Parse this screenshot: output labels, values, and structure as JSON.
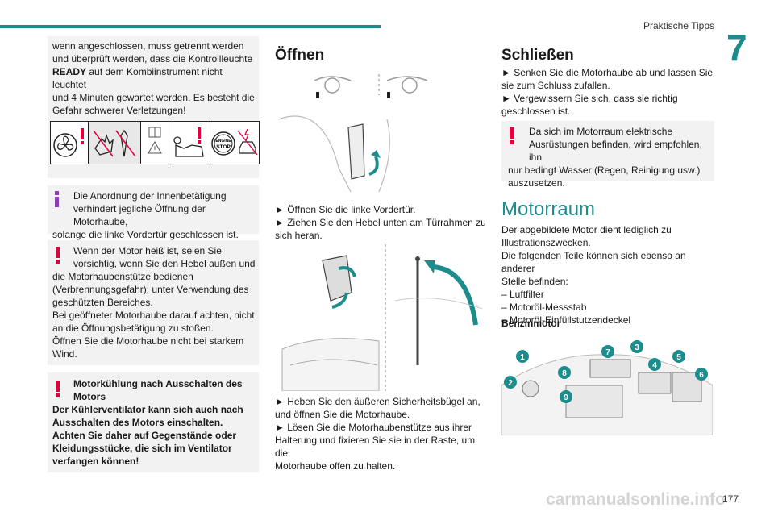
{
  "header": {
    "section": "Praktische Tipps",
    "chapter": "7",
    "page": "177",
    "watermark": "carmanualsonline.info"
  },
  "left": {
    "box1_lines": [
      "wenn angeschlossen, muss getrennt werden",
      "und überprüft werden, dass die Kontrollleuchte",
      "READY auf dem Kombiinstrument nicht leuchtet",
      "und 4 Minuten gewartet werden. Es besteht die",
      "Gefahr schwerer Verletzungen!"
    ],
    "icons": [
      "fan-warning-icon",
      "hand-cut-icon",
      "tie-warning-icon",
      "manual-icon",
      "person-engine-warning-icon",
      "engine-stop-icon",
      "car-electric-icon"
    ],
    "engine_stop_label_1": "ENGINE",
    "engine_stop_label_2": "STOP",
    "info_lines": [
      "Die Anordnung der Innenbetätigung",
      "verhindert jegliche Öffnung der Motorhaube,",
      "solange die linke Vordertür geschlossen ist."
    ],
    "warn1_lines": [
      "Wenn der Motor heiß ist, seien Sie",
      "vorsichtig, wenn Sie den Hebel außen und",
      "die Motorhaubenstütze bedienen",
      "(Verbrennungsgefahr); unter Verwendung des",
      "geschützten Bereiches.",
      "Bei geöffneter Motorhaube darauf achten, nicht",
      "an die Öffnungsbetätigung zu stoßen.",
      "Öffnen Sie die Motorhaube nicht bei starkem",
      "Wind."
    ],
    "warn2_lines": [
      "Motorkühlung nach Ausschalten des",
      "Motors",
      "Der Kühlerventilator kann sich auch nach",
      "Ausschalten des Motors einschalten.",
      "Achten Sie daher auf Gegenstände oder",
      "Kleidungsstücke, die sich im Ventilator",
      "verfangen können!"
    ]
  },
  "middle": {
    "title": "Öffnen",
    "step1_lines": [
      "► Öffnen Sie die linke Vordertür.",
      "► Ziehen Sie den Hebel unten am Türrahmen zu",
      "sich heran."
    ],
    "step2_lines": [
      "► Heben Sie den äußeren Sicherheitsbügel an,",
      "und öffnen Sie die Motorhaube.",
      "► Lösen Sie die Motorhaubenstütze aus ihrer",
      "Halterung und fixieren Sie sie in der Raste, um die",
      "Motorhaube offen zu halten."
    ]
  },
  "right": {
    "title": "Schließen",
    "close_lines": [
      "► Senken Sie die Motorhaube ab und lassen Sie",
      "sie zum Schluss zufallen.",
      "► Vergewissern Sie sich, dass sie richtig",
      "geschlossen ist."
    ],
    "warn_lines": [
      "Da sich im Motorraum elektrische",
      "Ausrüstungen befinden, wird empfohlen, ihn",
      "nur bedingt Wasser (Regen, Reinigung usw.)",
      "auszusetzen."
    ],
    "motorraum_title": "Motorraum",
    "motorraum_lines": [
      "Der abgebildete Motor dient lediglich zu",
      "Illustrationszwecken.",
      "Die folgenden Teile können sich ebenso an anderer",
      "Stelle befinden:",
      "– Luftfilter",
      "– Motoröl-Messstab",
      "– Motoröl-Einfüllstutzendeckel"
    ],
    "benzin_title": "Benzinmotor",
    "callouts": [
      "1",
      "2",
      "3",
      "4",
      "5",
      "6",
      "7",
      "8",
      "9"
    ]
  },
  "colors": {
    "accent": "#1d8c8c",
    "warning": "#e0003c",
    "info": "#8a3fb0",
    "box_bg": "#f2f2f2"
  }
}
